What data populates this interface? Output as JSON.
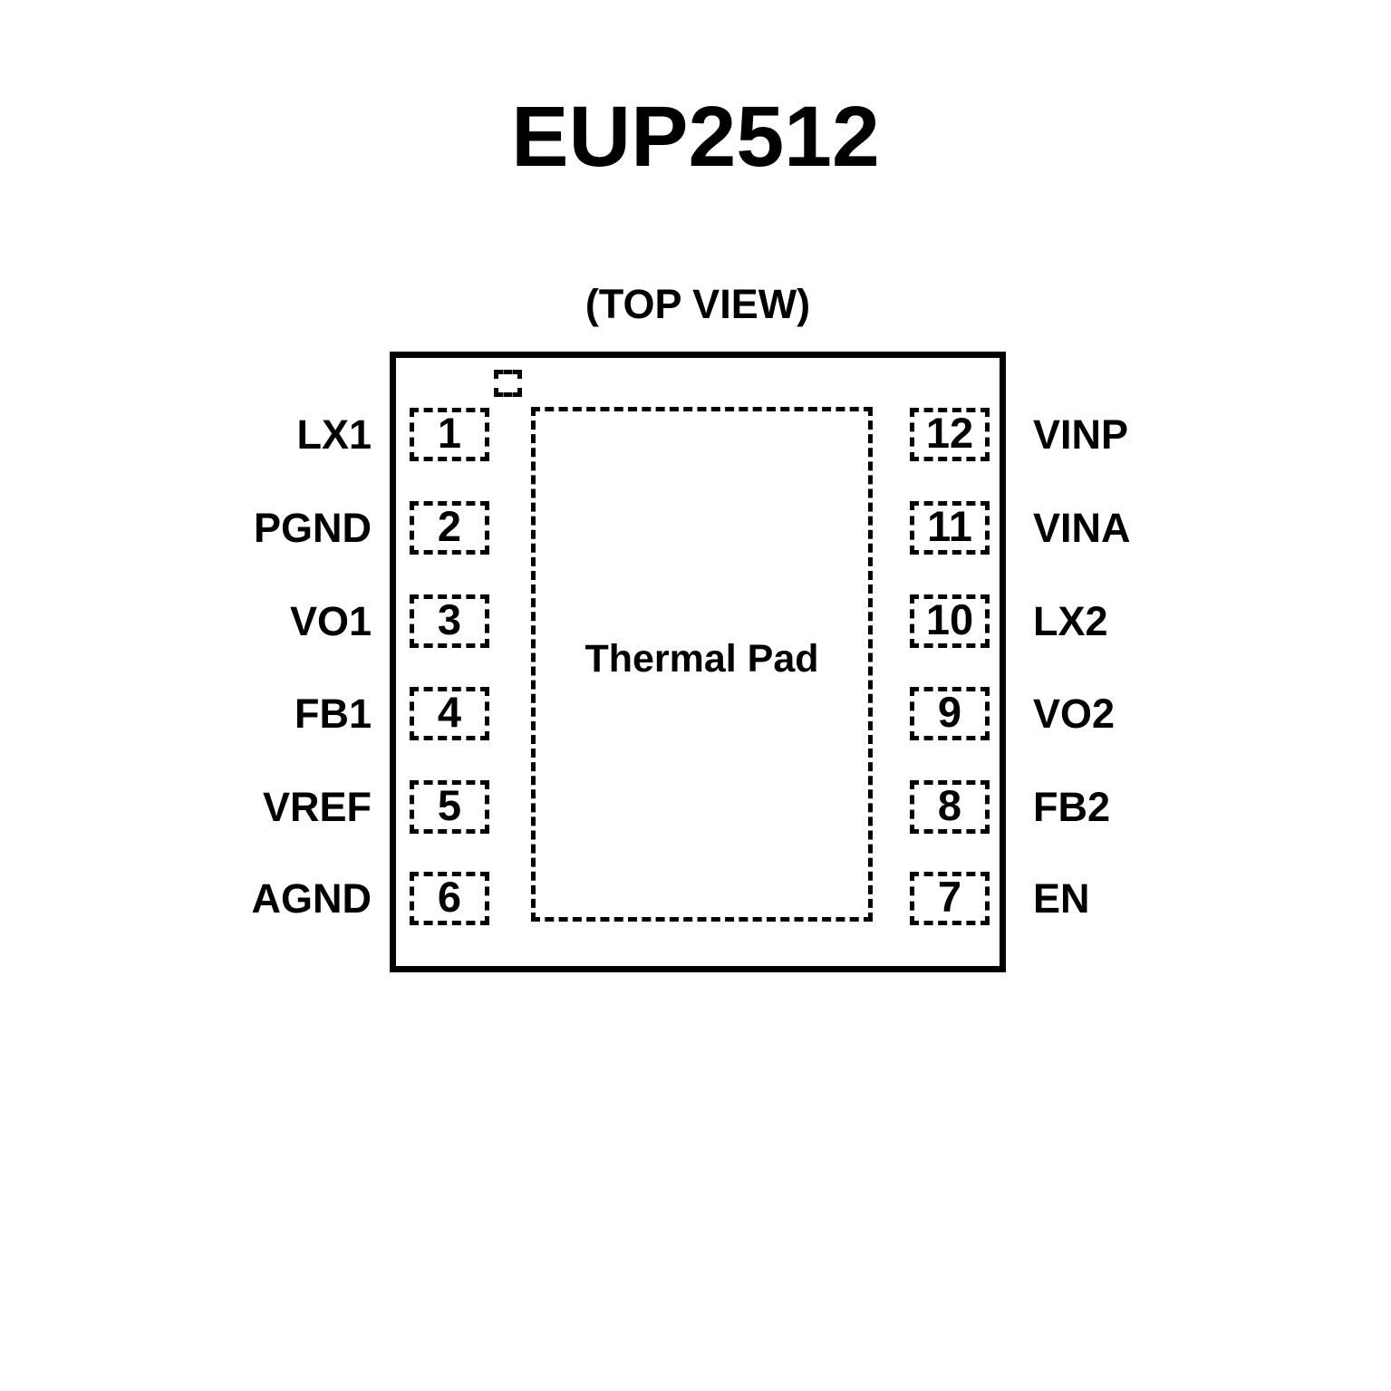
{
  "title": "EUP2512",
  "view_label": "(TOP VIEW)",
  "thermal_pad": {
    "label": "Thermal Pad"
  },
  "colors": {
    "background": "#ffffff",
    "outline": "#000000",
    "text": "#000000",
    "pad_dash": "#000000"
  },
  "package": {
    "pin_count": 12,
    "pin1_marker": "pin1-indicator-square"
  },
  "pins": {
    "left": [
      {
        "number": "1",
        "name": "LX1"
      },
      {
        "number": "2",
        "name": "PGND"
      },
      {
        "number": "3",
        "name": "VO1"
      },
      {
        "number": "4",
        "name": "FB1"
      },
      {
        "number": "5",
        "name": "VREF"
      },
      {
        "number": "6",
        "name": "AGND"
      }
    ],
    "right": [
      {
        "number": "12",
        "name": "VINP"
      },
      {
        "number": "11",
        "name": "VINA"
      },
      {
        "number": "10",
        "name": "LX2"
      },
      {
        "number": "9",
        "name": "VO2"
      },
      {
        "number": "8",
        "name": "FB2"
      },
      {
        "number": "7",
        "name": "EN"
      }
    ]
  }
}
